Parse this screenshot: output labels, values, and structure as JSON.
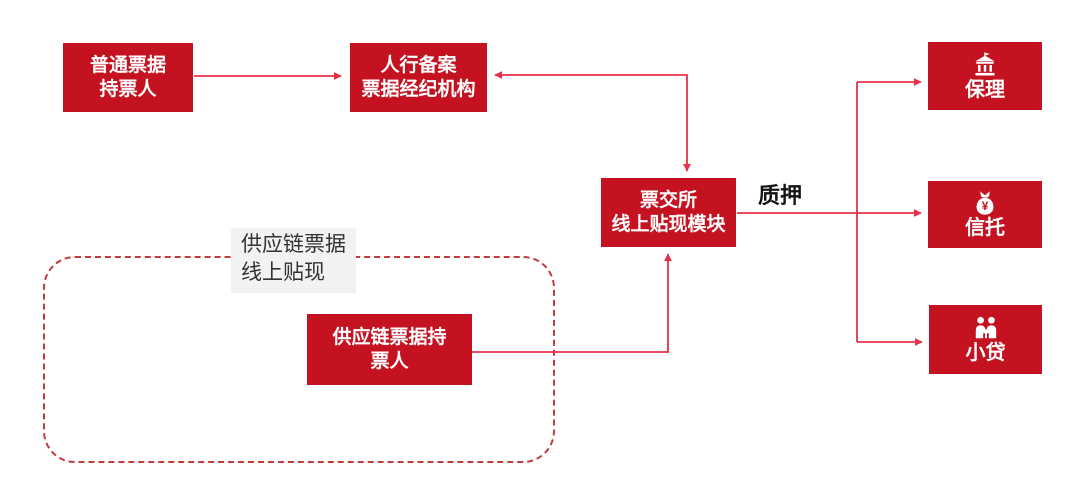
{
  "diagram": {
    "nodes": {
      "ordinary_bill_holder": {
        "label": "普通票据\n持票人"
      },
      "pboc_registered_broker": {
        "label": "人行备案\n票据经纪机构"
      },
      "cpes_online_discount_module": {
        "label": "票交所\n线上贴现模块"
      },
      "supply_chain_bill_holder": {
        "label": "供应链票据持\n票人"
      },
      "factoring": {
        "label": "保理",
        "icon": "bank-icon"
      },
      "trust": {
        "label": "信托",
        "icon": "money-bag-icon"
      },
      "micro_lending": {
        "label": "小贷",
        "icon": "two-people-icon"
      }
    },
    "labels": {
      "pledge": "质押",
      "group": "供应链票据\n线上贴现"
    },
    "colors": {
      "node_fill": "#c41220",
      "node_text": "#ffffff",
      "connector": "#e8304a",
      "dashed_outline": "#c23b3b",
      "group_label_bg": "#f2f2f2",
      "group_label_text": "#333333",
      "edge_label_text": "#141414",
      "background": "#ffffff"
    }
  }
}
